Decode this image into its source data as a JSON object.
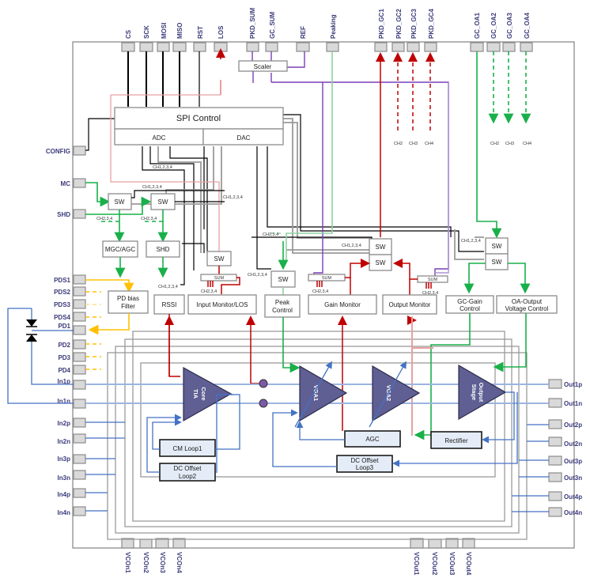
{
  "title": "Multi-channel TIA/VGA receiver block diagram",
  "colors": {
    "spi": "#000000",
    "monitor": "#c00000",
    "gain_control": "#19b04a",
    "scaler": "#7a3fb8",
    "signal": "#4472c4",
    "pd_bias": "#ffc000",
    "amplifier": "#5f5f94"
  },
  "pins": {
    "top": [
      "CS",
      "SCK",
      "MOSI",
      "MISO",
      "RST",
      "LOS",
      "PKD_SUM",
      "GC_SUM",
      "REF",
      "Peaking",
      "PKD_GC1",
      "PKD_GC2",
      "PKD_GC3",
      "PKD_GC4",
      "GC_OA1",
      "GC_OA2",
      "GC_OA3",
      "GC_OA4"
    ],
    "left": [
      "CONFIG",
      "MC",
      "SHD",
      "PDS1",
      "PDS2",
      "PDS3",
      "PDS4",
      "PD1",
      "PD2",
      "PD3",
      "PD4",
      "In1p",
      "In1n",
      "In2p",
      "In2n",
      "In3p",
      "In3n",
      "In4p",
      "In4n"
    ],
    "right": [
      "Out1p",
      "Out1n",
      "Out2p",
      "Out2n",
      "Out3p",
      "Out3n",
      "Out4p",
      "Out4n"
    ],
    "bottom": [
      "VCOn1",
      "VCOn2",
      "VCOn3",
      "VCOn4",
      "VCOut1",
      "VCOut2",
      "VCOut3",
      "VCOut4"
    ]
  },
  "blocks": {
    "spi_control": "SPI Control",
    "adc": "ADC",
    "dac": "DAC",
    "scaler": "Scaler",
    "sw": "SW",
    "mgc_agc": "MGC/AGC",
    "shd": "SHD",
    "pd_bias_filter_1": "PD bias",
    "pd_bias_filter_2": "Filter",
    "rssi": "RSSI",
    "input_monitor": "Input Monitor/LOS",
    "peak_control_1": "Peak",
    "peak_control_2": "Control",
    "gain_monitor": "Gain Monitor",
    "output_monitor": "Output Monitor",
    "gc_gain_control_1": "GC-Gain",
    "gc_gain_control_2": "Control",
    "oa_output_1": "OA-Output",
    "oa_output_2": "Voltage Control",
    "sum": "SUM",
    "cm_loop1": "CM Loop1",
    "dc_offset_loop2_1": "DC Offset",
    "dc_offset_loop2_2": "Loop2",
    "dc_offset_loop3_1": "DC Offset",
    "dc_offset_loop3_2": "Loop3",
    "agc": "AGC",
    "rectifier": "Rectifier"
  },
  "amplifiers": {
    "core_tia_1": "Core",
    "core_tia_2": "TIA",
    "vga1": "VGA1",
    "vga2": "VGA2",
    "output_stage_1": "Output",
    "output_stage_2": "Stage"
  },
  "annotations": {
    "ch1234": "CH1,2,3,4",
    "ch234": "CH2,3,4",
    "ch2": "CH2",
    "ch3": "CH3",
    "ch4": "CH4"
  }
}
